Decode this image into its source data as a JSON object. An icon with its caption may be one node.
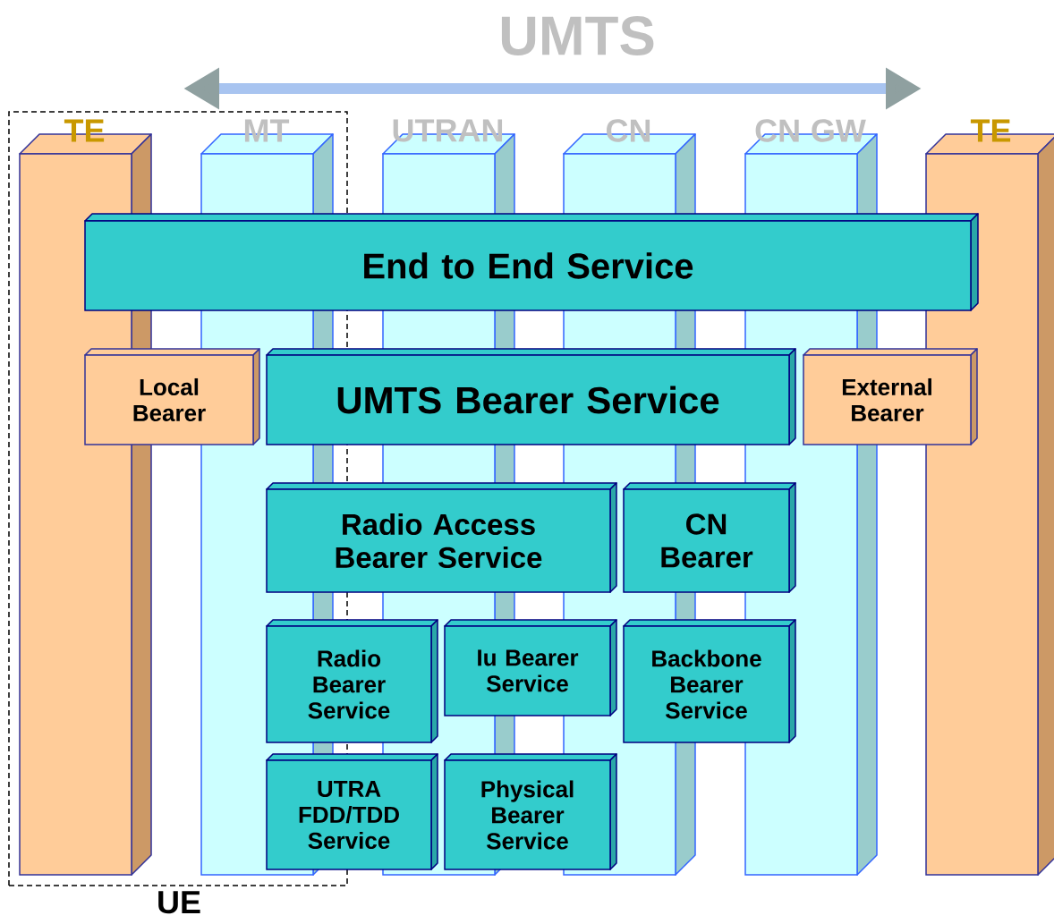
{
  "diagram": {
    "nodes": [
      {
        "text": [
          "UE"
        ]
      },
      {
        "text": [
          "TE"
        ],
        "in": 0
      },
      {
        "text": [
          "MT"
        ],
        "in": 0
      },
      {
        "text": [
          "UTRAN"
        ]
      },
      {
        "text": [
          "CN"
        ]
      },
      {
        "text": [
          "CN GW"
        ]
      },
      {
        "text": [
          "TE"
        ]
      },
      {
        "text": [
          "End to End Service"
        ]
      },
      {
        "text": [
          "Local Bearer"
        ],
        "in": 0
      },
      {
        "text": [
          "UMTS Bearer Service"
        ]
      },
      {
        "text": [
          "External Bearer"
        ]
      },
      {
        "text": [
          "Radio Access Bearer Service"
        ]
      },
      {
        "text": [
          "CN Bearer"
        ]
      },
      {
        "text": [
          "Radio Bearer Service"
        ]
      },
      {
        "text": [
          "Iu Bearer Service"
        ]
      },
      {
        "text": [
          "Backbone Bearer Service"
        ]
      },
      {
        "text": [
          "UTRA FDD/TDD Service"
        ]
      },
      {
        "text": [
          "Physical Bearer Service"
        ]
      }
    ],
    "edges": [],
    "labels": [
      "UMTS"
    ]
  }
}
